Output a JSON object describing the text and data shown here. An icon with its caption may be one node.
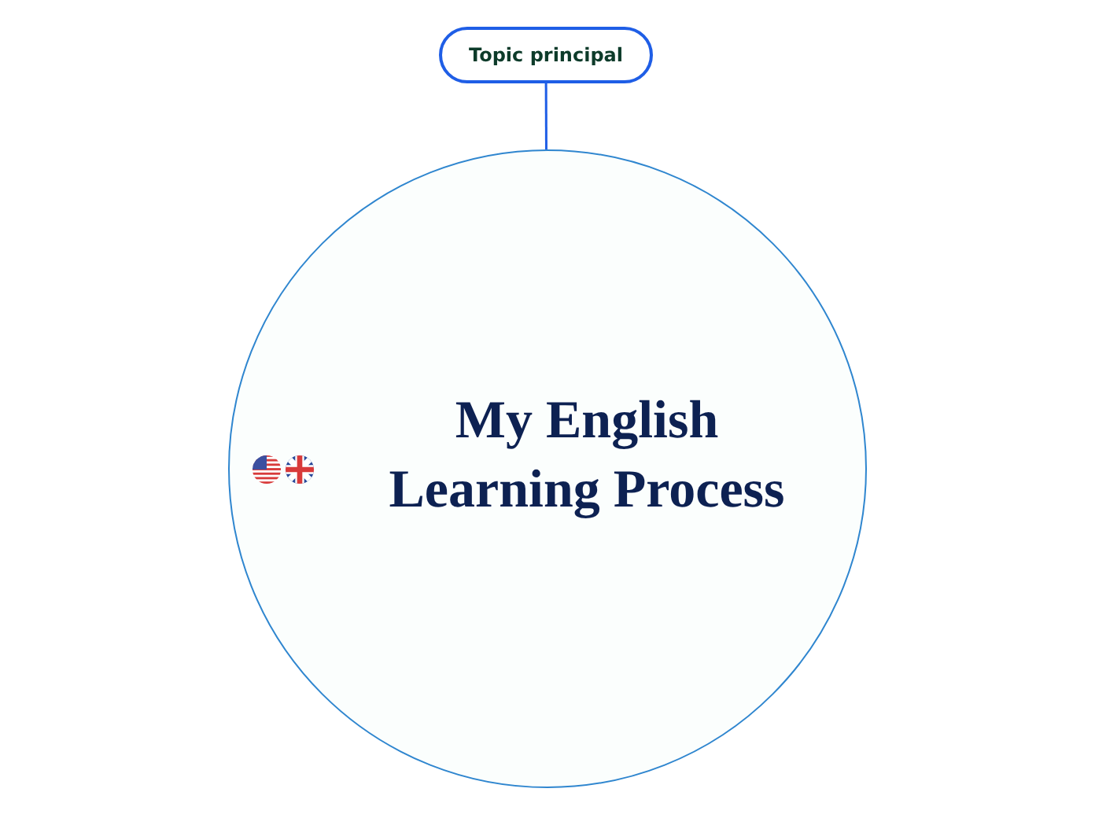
{
  "diagram": {
    "nodes": [
      {
        "text": [
          "Topic principal"
        ]
      },
      {
        "text": [
          "My English Learning Process"
        ]
      }
    ],
    "edges": [
      {
        "from": 0,
        "to": 1,
        "arrow": "none"
      }
    ]
  }
}
